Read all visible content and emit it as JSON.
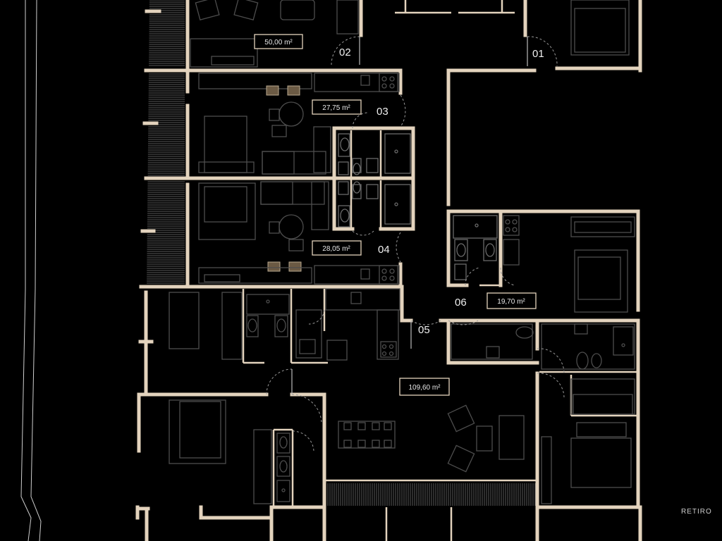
{
  "plan": {
    "units": [
      {
        "number": "01",
        "area": null
      },
      {
        "number": "02",
        "area": "50,00 m²"
      },
      {
        "number": "03",
        "area": "27,75 m²"
      },
      {
        "number": "04",
        "area": "28,05 m²"
      },
      {
        "number": "05",
        "area": "109,60 m²"
      },
      {
        "number": "06",
        "area": "19,70 m²"
      }
    ],
    "setback_label": "RETIRO"
  },
  "colors": {
    "background": "#000000",
    "wall": "#e3d3bd",
    "furniture": "#4d4d4d",
    "text": "#e8e8e8"
  }
}
